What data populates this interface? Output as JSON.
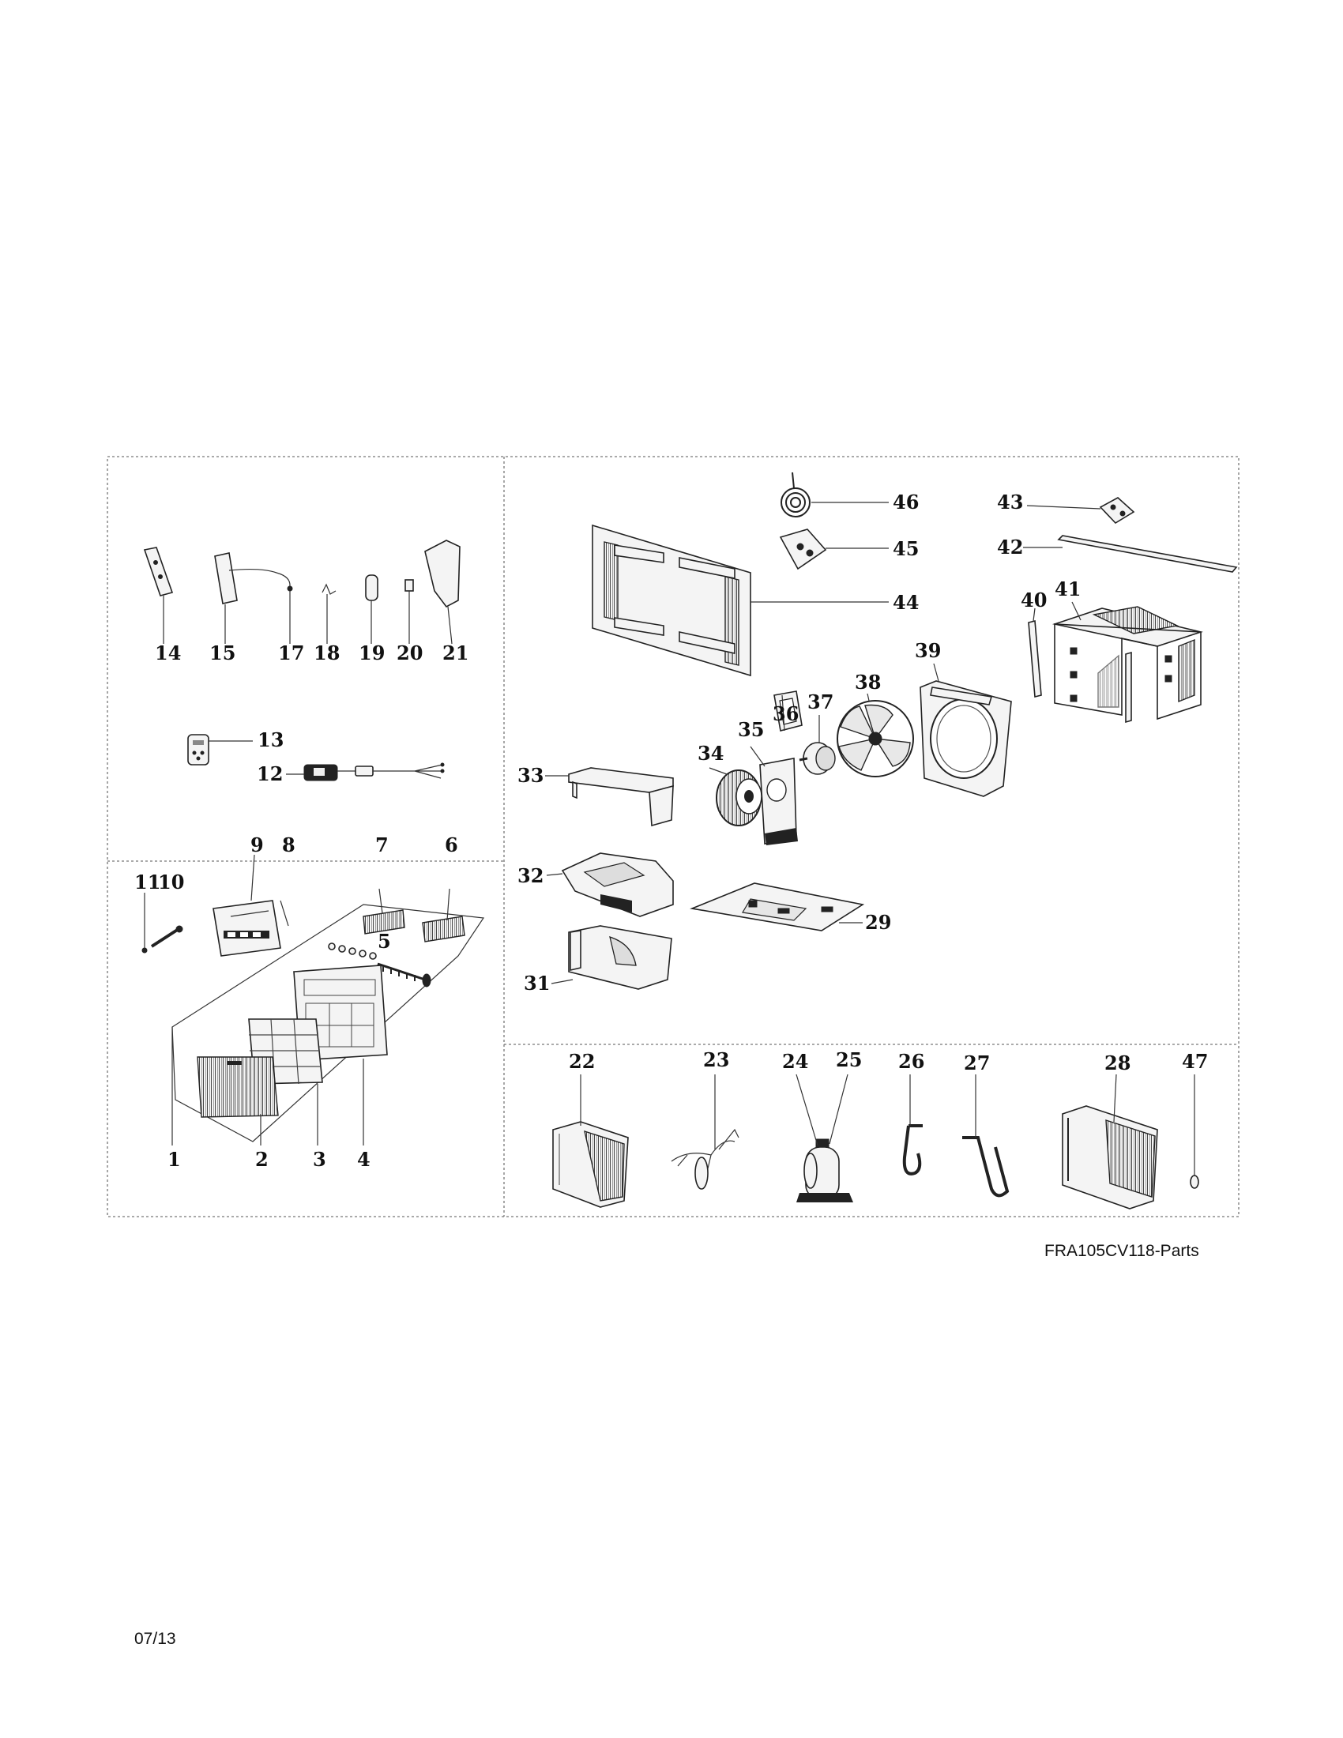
{
  "footer": {
    "model_label": "FRA105CV118-Parts",
    "date_code": "07/13"
  },
  "callouts": {
    "p1": "1",
    "p2": "2",
    "p3": "3",
    "p4": "4",
    "p5": "5",
    "p6": "6",
    "p7": "7",
    "p8": "8",
    "p9": "9",
    "p10": "10",
    "p11": "11",
    "p12": "12",
    "p13": "13",
    "p14": "14",
    "p15": "15",
    "p17": "17",
    "p18": "18",
    "p19": "19",
    "p20": "20",
    "p21": "21",
    "p22": "22",
    "p23": "23",
    "p24": "24",
    "p25": "25",
    "p26": "26",
    "p27": "27",
    "p28": "28",
    "p29": "29",
    "p31": "31",
    "p32": "32",
    "p33": "33",
    "p34": "34",
    "p35": "35",
    "p36": "36",
    "p37": "37",
    "p38": "38",
    "p39": "39",
    "p40": "40",
    "p41": "41",
    "p42": "42",
    "p43": "43",
    "p44": "44",
    "p45": "45",
    "p46": "46",
    "p47": "47"
  }
}
